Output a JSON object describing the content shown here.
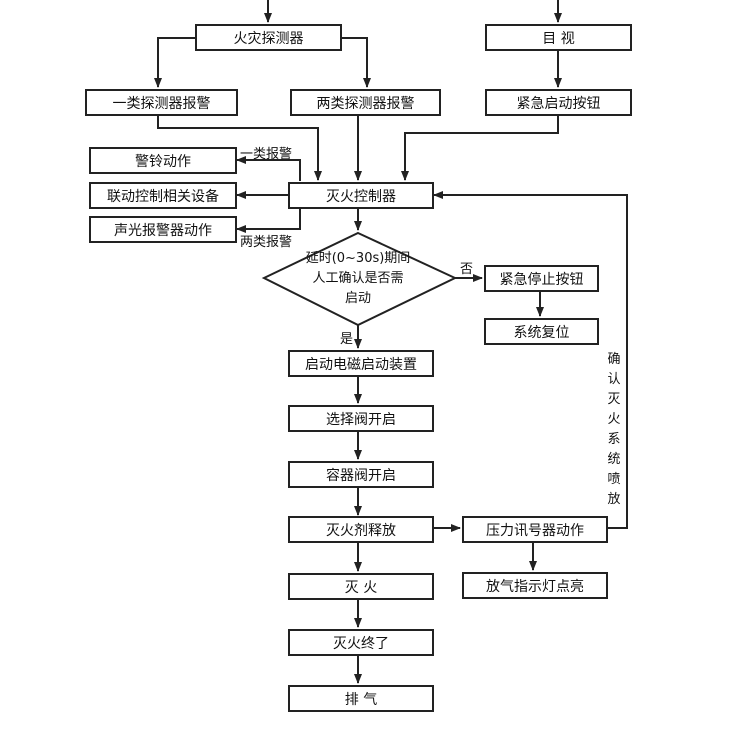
{
  "nodes": {
    "fire_detector": "火灾探测器",
    "visual": "目 视",
    "class1_alarm": "一类探测器报警",
    "class2_alarm": "两类探测器报警",
    "emergency_start": "紧急启动按钮",
    "bell_action": "警铃动作",
    "linkage_control": "联动控制相关设备",
    "sound_light_alarm": "声光报警器动作",
    "controller": "灭火控制器",
    "delay_line1": "延时(0~30s)期间",
    "delay_line2": "人工确认是否需",
    "delay_line3": "启动",
    "emergency_stop": "紧急停止按钮",
    "system_reset": "系统复位",
    "solenoid_start": "启动电磁启动装置",
    "selector_valve": "选择阀开启",
    "container_valve": "容器阀开启",
    "agent_release": "灭火剂释放",
    "pressure_switch": "压力讯号器动作",
    "discharge_light": "放气指示灯点亮",
    "extinguish": "灭 火",
    "extinguish_end": "灭火终了",
    "exhaust": "排 气"
  },
  "edge_labels": {
    "class1": "一类报警",
    "class2": "两类报警",
    "no": "否",
    "yes": "是",
    "confirm_spray": "确认灭火系统喷放"
  }
}
